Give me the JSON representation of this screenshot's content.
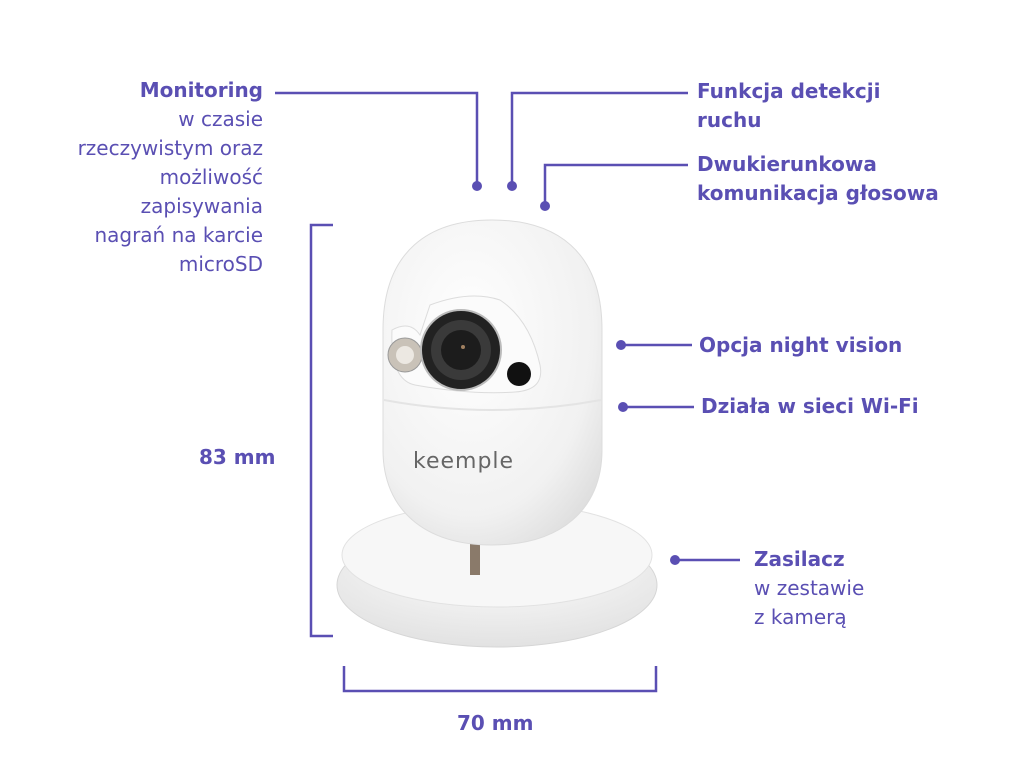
{
  "features": {
    "monitoring": {
      "title": "Monitoring",
      "lines": [
        "w czasie",
        "rzeczywistym oraz",
        "możliwość",
        "zapisywania",
        "nagrań na karcie",
        "microSD"
      ]
    },
    "motion": {
      "lines": [
        "Funkcja detekcji",
        "ruchu"
      ]
    },
    "voice": {
      "lines": [
        "Dwukierunkowa",
        "komunikacja głosowa"
      ]
    },
    "night_vision": "Opcja night vision",
    "wifi": "Działa w sieci Wi-Fi",
    "power": {
      "title": "Zasilacz",
      "lines": [
        "w zestawie",
        "z kamerą"
      ]
    }
  },
  "dimensions": {
    "height": "83 mm",
    "width": "70 mm"
  },
  "product": {
    "brand": "keemple"
  },
  "colors": {
    "accent": "#5a4fb3"
  }
}
